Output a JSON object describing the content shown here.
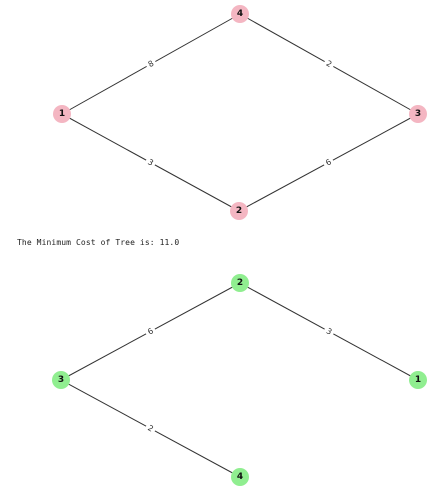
{
  "colors": {
    "original_node": "#f4b6c2",
    "tree_node": "#90ee90",
    "edge": "#333333",
    "edge_label_bg": "#ffffff"
  },
  "original_graph": {
    "nodes": [
      "1",
      "2",
      "3",
      "4"
    ],
    "edges": [
      {
        "from": "1",
        "to": "4",
        "weight": "8"
      },
      {
        "from": "4",
        "to": "3",
        "weight": "2"
      },
      {
        "from": "1",
        "to": "2",
        "weight": "3"
      },
      {
        "from": "2",
        "to": "3",
        "weight": "6"
      }
    ]
  },
  "result": {
    "label": "The Minimum Cost of Tree is:",
    "value": "11.0"
  },
  "tree_graph": {
    "nodes": [
      "2",
      "3",
      "1",
      "4"
    ],
    "edges": [
      {
        "from": "2",
        "to": "3",
        "weight": "6"
      },
      {
        "from": "2",
        "to": "1",
        "weight": "3"
      },
      {
        "from": "3",
        "to": "4",
        "weight": "2"
      }
    ]
  }
}
